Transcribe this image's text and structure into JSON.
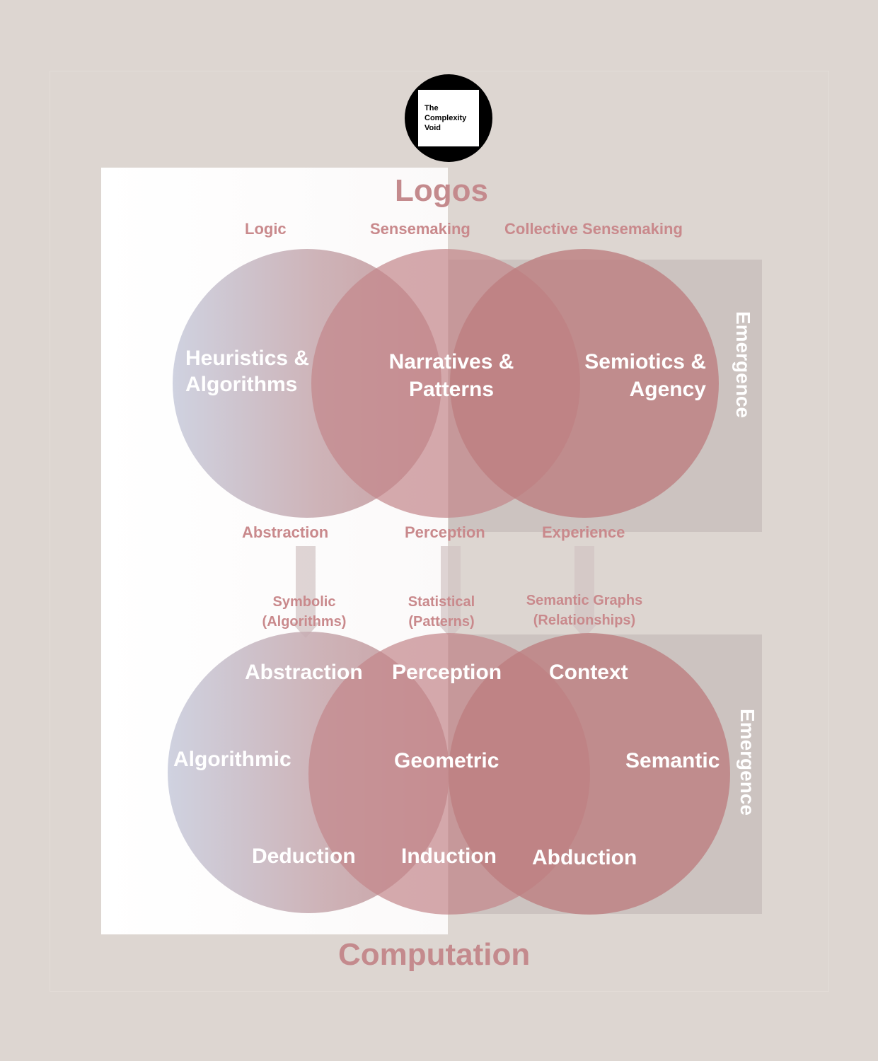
{
  "logo": {
    "line1": "The",
    "line2": "Complexity",
    "line3": "Void"
  },
  "top_heading": "Logos",
  "bottom_heading": "Computation",
  "top_labels": {
    "logic": "Logic",
    "sensemaking": "Sensemaking",
    "collective": "Collective Sensemaking"
  },
  "top_circles": {
    "left_line1": "Heuristics &",
    "left_line2": "Algorithms",
    "mid_line1": "Narratives &",
    "mid_line2": "Patterns",
    "right_line1": "Semiotics &",
    "right_line2": "Agency"
  },
  "emergence_top": "Emergence",
  "emergence_bottom": "Emergence",
  "middle_labels": {
    "abstraction": "Abstraction",
    "perception": "Perception",
    "experience": "Experience"
  },
  "method_labels": {
    "symbolic_1": "Symbolic",
    "symbolic_2": "(Algorithms)",
    "statistical_1": "Statistical",
    "statistical_2": "(Patterns)",
    "semantic_1": "Semantic Graphs",
    "semantic_2": "(Relationships)"
  },
  "bottom_circles": {
    "abstraction": "Abstraction",
    "perception": "Perception",
    "context": "Context",
    "algorithmic": "Algorithmic",
    "geometric": "Geometric",
    "semantic": "Semantic",
    "deduction": "Deduction",
    "induction": "Induction",
    "abduction": "Abduction"
  }
}
